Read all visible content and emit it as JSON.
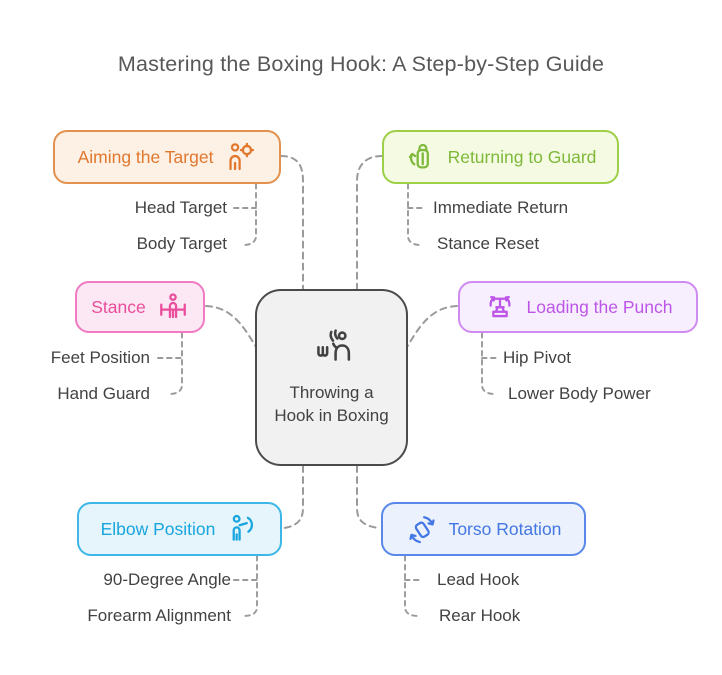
{
  "title": "Mastering the Boxing Hook: A Step-by-Step Guide",
  "center_node": {
    "label": "Throwing a Hook in Boxing",
    "icon": "boxer-throwing-hook-icon"
  },
  "branches": [
    {
      "label": "Aiming the Target",
      "icon": "person-target-icon",
      "icon_side": "right",
      "children": [
        "Head Target",
        "Body Target"
      ],
      "colors": {
        "text": "#E2772E",
        "border": "#E2914E",
        "bg": "#FCF1E4"
      }
    },
    {
      "label": "Returning to Guard",
      "icon": "boxing-glove-return-icon",
      "icon_side": "left",
      "children": [
        "Immediate Return",
        "Stance Reset"
      ],
      "colors": {
        "text": "#7EB93A",
        "border": "#9DCF47",
        "bg": "#F5FAE2"
      }
    },
    {
      "label": "Stance",
      "icon": "wide-stance-icon",
      "icon_side": "right",
      "children": [
        "Feet Position",
        "Hand Guard"
      ],
      "colors": {
        "text": "#EA4D9B",
        "border": "#F07BC0",
        "bg": "#FCE8F4"
      }
    },
    {
      "label": "Loading the Punch",
      "icon": "pivot-base-icon",
      "icon_side": "left",
      "children": [
        "Hip Pivot",
        "Lower Body Power"
      ],
      "colors": {
        "text": "#BC55E8",
        "border": "#CF8BF1",
        "bg": "#F8EFFE"
      }
    },
    {
      "label": "Elbow Position",
      "icon": "bent-elbow-person-icon",
      "icon_side": "right",
      "children": [
        "90-Degree Angle",
        "Forearm Alignment"
      ],
      "colors": {
        "text": "#18A5DE",
        "border": "#3FB7E6",
        "bg": "#E6F5FC"
      }
    },
    {
      "label": "Torso Rotation",
      "icon": "torso-rotation-icon",
      "icon_side": "left",
      "children": [
        "Lead Hook",
        "Rear Hook"
      ],
      "colors": {
        "text": "#4377E3",
        "border": "#5988E9",
        "bg": "#EBF1FD"
      }
    }
  ],
  "style_colors": {
    "connector": "#9A9A9A",
    "title_text": "#57585A",
    "subitem_text": "#424242",
    "center_border": "#4B4B4B",
    "center_bg": "#F1F1F2",
    "center_text": "#424242"
  }
}
